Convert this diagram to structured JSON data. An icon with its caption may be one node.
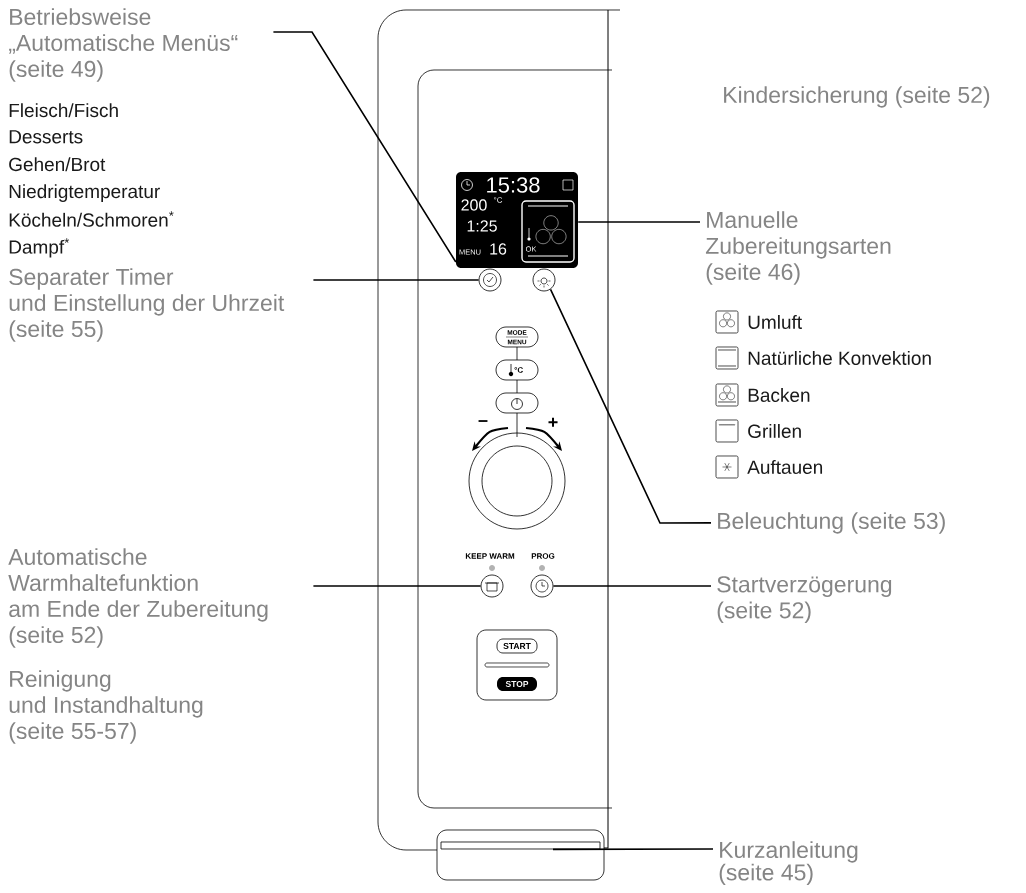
{
  "diagram": {
    "nodes": [
      {
        "text": [
          "Betriebsweise „Automatische Menüs“ (seite 49)"
        ]
      },
      {
        "text": [
          "15:38",
          "200",
          "°C",
          "1:25",
          "MENU",
          "16",
          "OK"
        ]
      },
      {
        "text": [
          "Manuelle Zubereitungsarten (seite 46)"
        ]
      },
      {
        "text": [
          "Separater Timer und Einstellung der Uhrzeit (seite 55)"
        ]
      },
      {
        "text": [],
        "shape": "circle"
      },
      {
        "text": [],
        "shape": "circle"
      },
      {
        "text": [
          "Beleuchtung (seite 53)"
        ]
      },
      {
        "text": [
          "Automatische Warmhaltefunktion am Ende der Zubereitung (seite 52)"
        ]
      },
      {
        "text": [],
        "shape": "circle"
      },
      {
        "text": [],
        "shape": "circle"
      },
      {
        "text": [
          "Startverzögerung (seite 52)"
        ]
      },
      {
        "text": [],
        "shape": "box"
      },
      {
        "text": [
          "Kurzanleitung (seite 45)"
        ]
      }
    ],
    "edges": [
      {
        "from": 0,
        "to": 1,
        "arrow": "none"
      },
      {
        "from": 2,
        "to": 1,
        "arrow": "none"
      },
      {
        "from": 3,
        "to": 4,
        "arrow": "none"
      },
      {
        "from": 6,
        "to": 5,
        "arrow": "none"
      },
      {
        "from": 7,
        "to": 8,
        "arrow": "none"
      },
      {
        "from": 10,
        "to": 9,
        "arrow": "none"
      },
      {
        "from": 12,
        "to": 11,
        "arrow": "none"
      }
    ],
    "labels": [
      "Kindersicherung (seite 52)",
      "Fleisch/Fisch",
      "Desserts",
      "Gehen/Brot",
      "Niedrigtemperatur",
      "Köcheln/Schmoren$^{*}$",
      "Dampf$^{*}$",
      "MODE",
      "MENU",
      "°C",
      "–",
      "+",
      "KEEP WARM",
      "PROG",
      "START",
      "STOP",
      "Reinigung und Instandhaltung (seite 55-57)"
    ],
    "legend": [
      {
        "text": "Umluft"
      },
      {
        "text": "Natürliche Konvektion"
      },
      {
        "text": "Backen"
      },
      {
        "text": "Grillen"
      },
      {
        "text": "Auftauen"
      }
    ]
  }
}
